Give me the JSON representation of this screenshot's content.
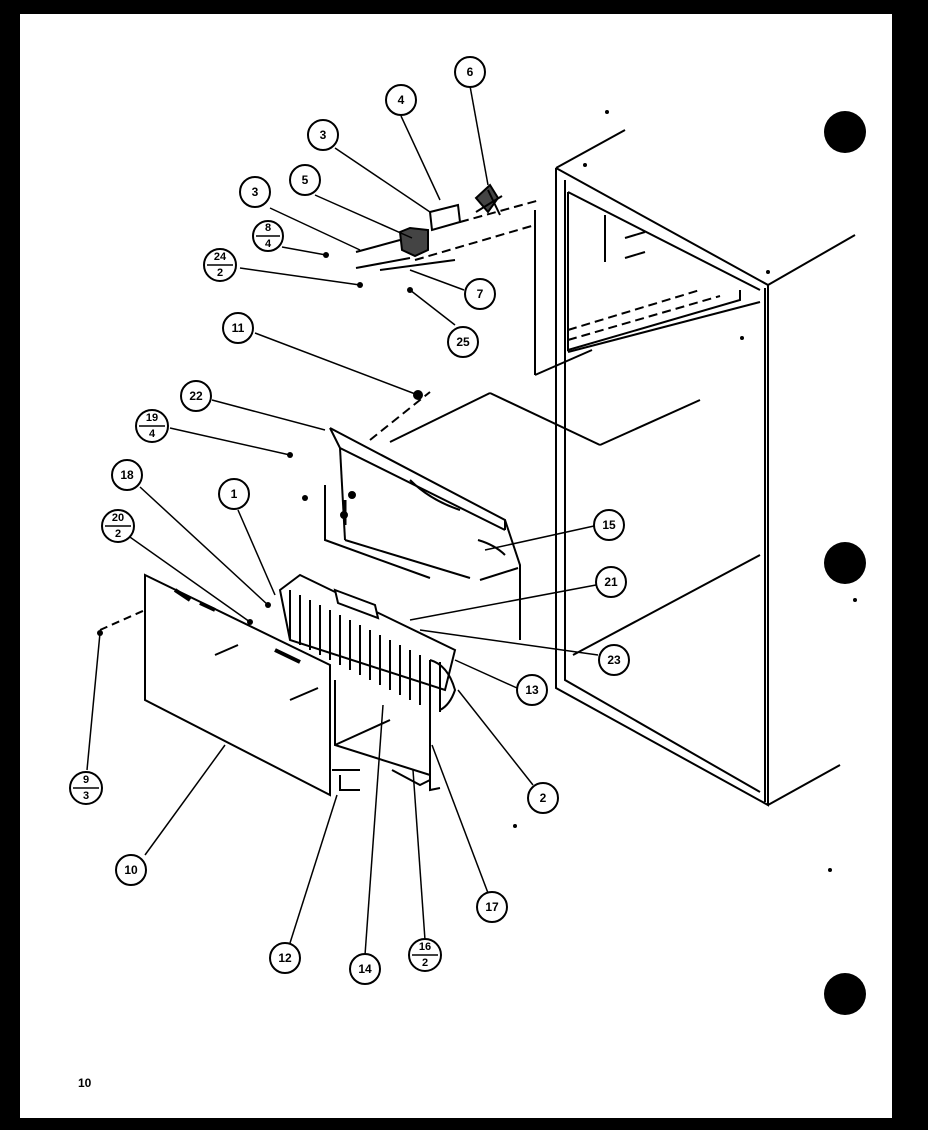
{
  "page_number": "10",
  "callouts": {
    "c1": "1",
    "c2": "2",
    "c3a": "3",
    "c3b": "3",
    "c4": "4",
    "c5": "5",
    "c6": "6",
    "c7": "7",
    "c10": "10",
    "c11": "11",
    "c12": "12",
    "c13": "13",
    "c14": "14",
    "c15": "15",
    "c17": "17",
    "c18": "18",
    "c21": "21",
    "c22": "22",
    "c23": "23",
    "c25": "25"
  },
  "fractions": {
    "f8_4": {
      "top": "8",
      "bottom": "4"
    },
    "f24_2": {
      "top": "24",
      "bottom": "2"
    },
    "f19_4": {
      "top": "19",
      "bottom": "4"
    },
    "f20_2": {
      "top": "20",
      "bottom": "2"
    },
    "f9_3": {
      "top": "9",
      "bottom": "3"
    },
    "f16_2": {
      "top": "16",
      "bottom": "2"
    }
  }
}
